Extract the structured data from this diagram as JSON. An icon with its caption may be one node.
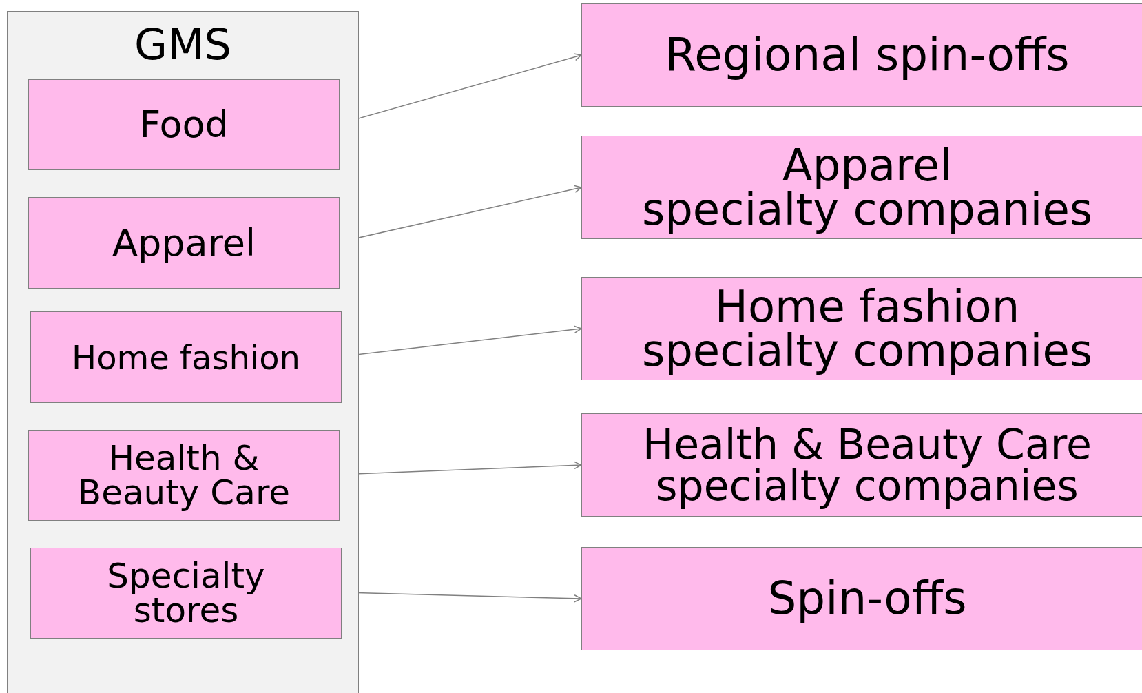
{
  "diagram": {
    "nodes": [
      {
        "text": [
          "GMS"
        ]
      },
      {
        "text": [
          "Food"
        ],
        "in": 0
      },
      {
        "text": [
          "Apparel"
        ],
        "in": 0
      },
      {
        "text": [
          "Home fashion"
        ],
        "in": 0
      },
      {
        "text": [
          "Health & Beauty Care"
        ],
        "in": 0
      },
      {
        "text": [
          "Specialty stores"
        ],
        "in": 0
      },
      {
        "text": [
          "Regional spin-offs"
        ]
      },
      {
        "text": [
          "Apparel specialty companies"
        ]
      },
      {
        "text": [
          "Home fashion specialty companies"
        ]
      },
      {
        "text": [
          "Health & Beauty Care specialty companies"
        ]
      },
      {
        "text": [
          "Spin-offs"
        ]
      }
    ],
    "edges": [
      {
        "from": 1,
        "to": 6,
        "arrow": "to"
      },
      {
        "from": 2,
        "to": 7,
        "arrow": "to"
      },
      {
        "from": 3,
        "to": 8,
        "arrow": "to"
      },
      {
        "from": 4,
        "to": 9,
        "arrow": "to"
      },
      {
        "from": 5,
        "to": 10,
        "arrow": "to"
      }
    ]
  }
}
